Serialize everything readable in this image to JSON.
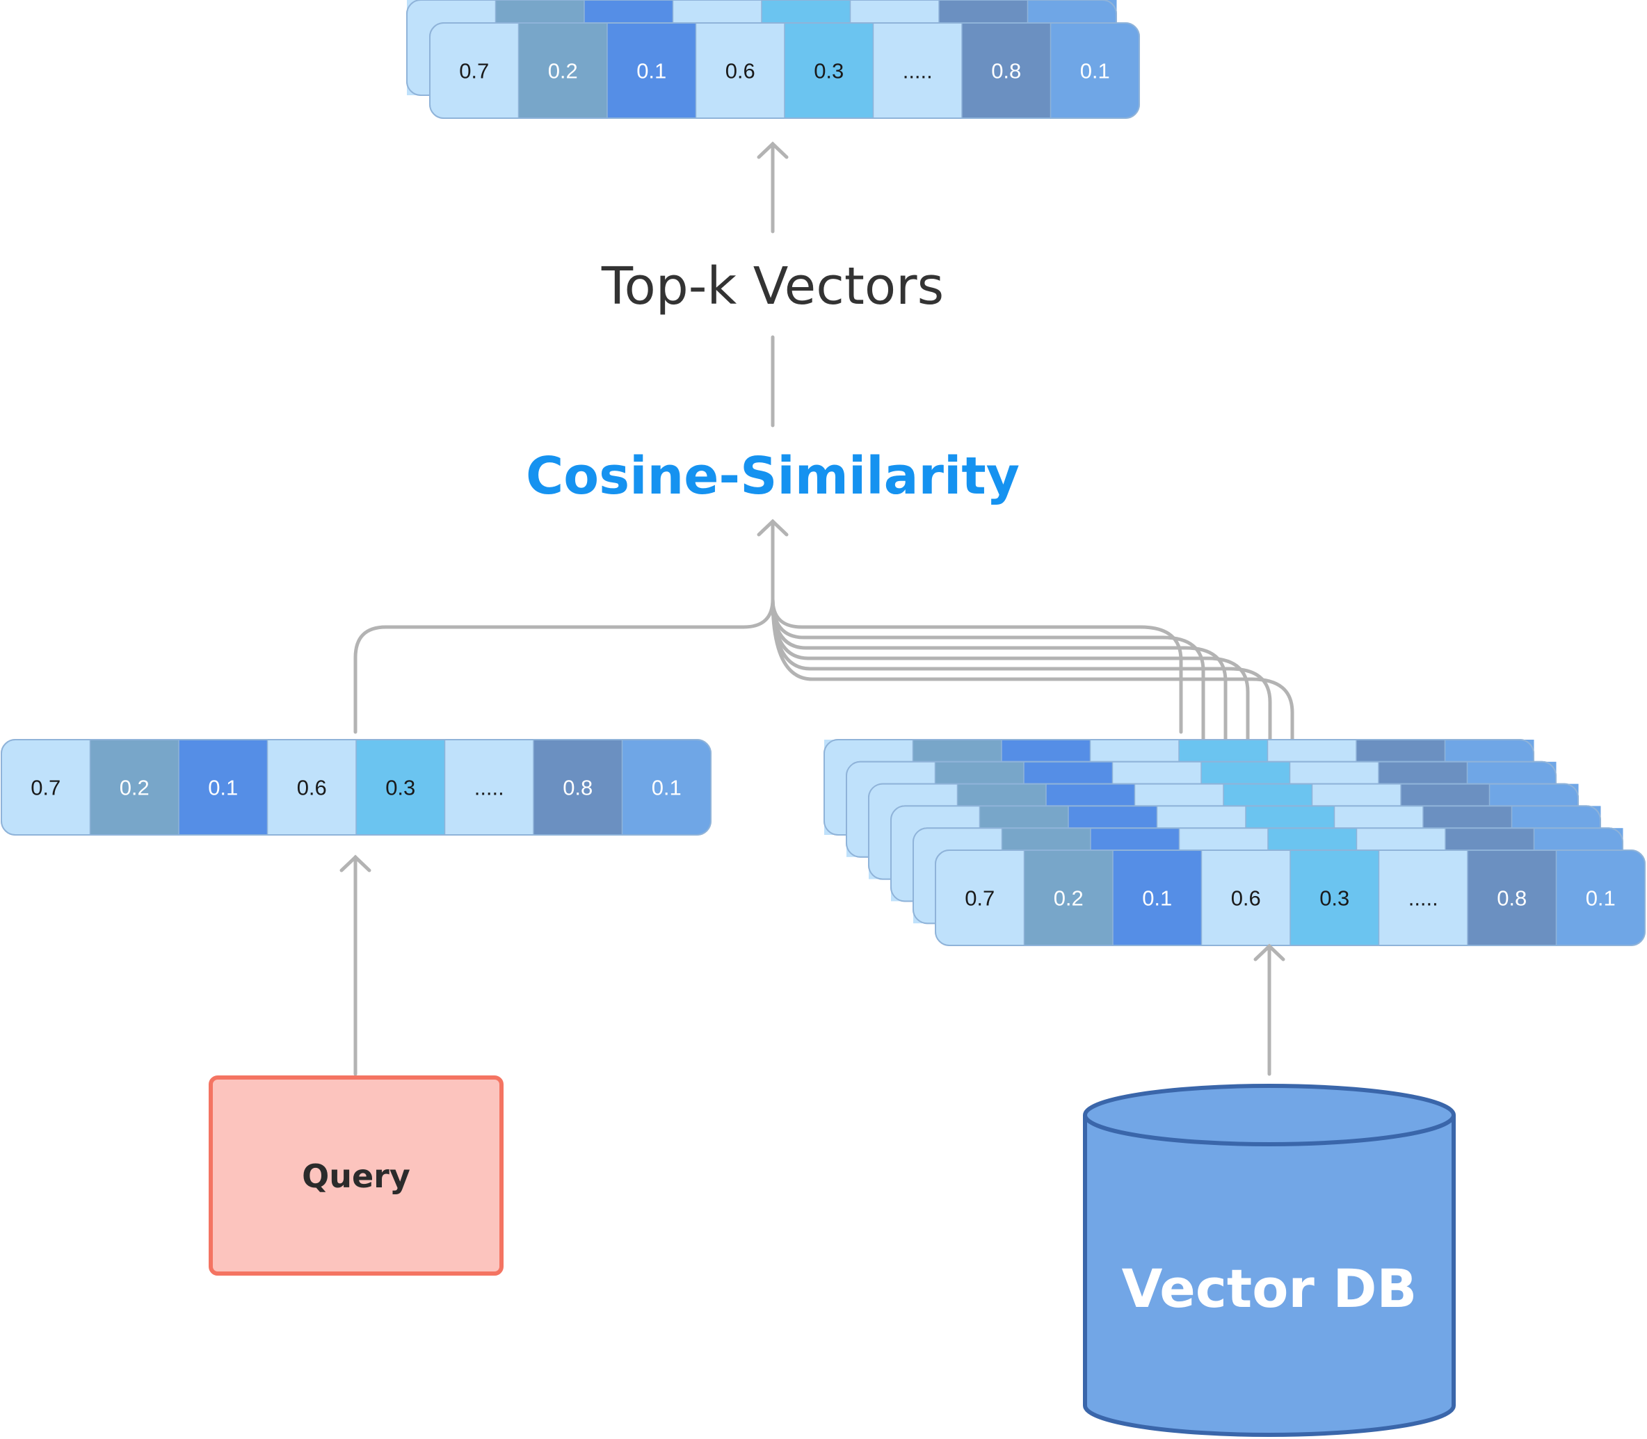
{
  "vector": {
    "values": [
      "0.7",
      "0.2",
      "0.1",
      "0.6",
      "0.3",
      ".....",
      "0.8",
      "0.1"
    ],
    "cell_colors": [
      "#bfe1fb",
      "#78a6c9",
      "#558ee6",
      "#bfe1fb",
      "#6bc4f0",
      "#bfe1fb",
      "#6b90c1",
      "#6fa6e6"
    ],
    "text_colors": [
      "#1a1a1a",
      "#ffffff",
      "#ffffff",
      "#1a1a1a",
      "#1a1a1a",
      "#1a1a1a",
      "#ffffff",
      "#ffffff"
    ]
  },
  "labels": {
    "topk": "Top-k Vectors",
    "cosine": "Cosine-Similarity",
    "query": "Query",
    "vector_db": "Vector DB"
  },
  "colors": {
    "connector": "#b3b3b3",
    "cell_border": "#8fb3d9",
    "cosine_text": "#1592f0",
    "query_fill": "#fcc4be",
    "query_border": "#f47462",
    "db_fill": "#72a6e6",
    "db_border": "#3a66aa"
  }
}
